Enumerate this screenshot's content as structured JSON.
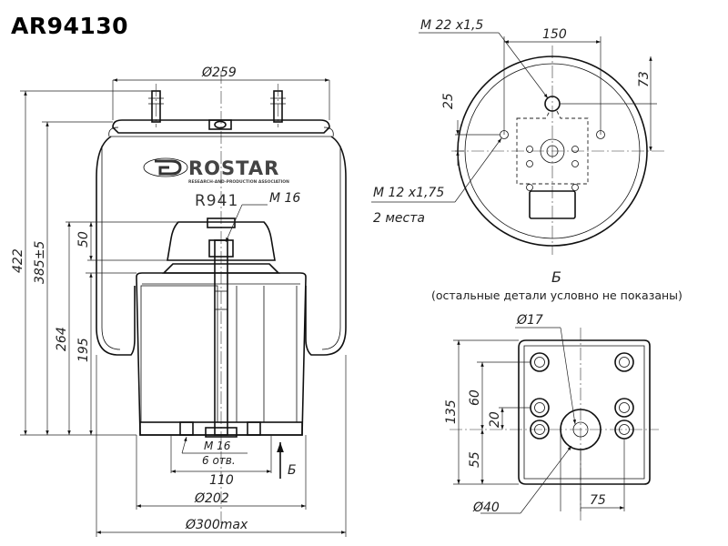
{
  "title": "AR94130",
  "brand": {
    "name": "ROSTAR",
    "subtitle": "RESEARCH-AND-PRODUCTION ASSOCIATION",
    "model": "R941"
  },
  "side_view": {
    "dia_top": "Ø259",
    "dia_base": "Ø202",
    "dia_max": "Ø300max",
    "thread_top": "M 16",
    "thread_bottom": "M 16",
    "thread_bottom_count": "6 отв.",
    "spacing_bottom": "110",
    "h_total": "422",
    "h_work": "385±5",
    "h_bumper": "264",
    "h_piston": "195",
    "h_bumper_top": "50",
    "view_arrow": "Б"
  },
  "top_view": {
    "thread_center": "M 22 x1,5",
    "spacing": "150",
    "offset_right": "73",
    "offset_left": "25",
    "thread_side": "M 12 x1,75",
    "thread_side_count": "2 места"
  },
  "bottom_view": {
    "label": "Б",
    "note": "(остальные детали условно не показаны)",
    "dia_hole": "Ø17",
    "dia_center": "Ø40",
    "dim_height": "135",
    "dim_60": "60",
    "dim_20": "20",
    "dim_55": "55",
    "dim_75": "75"
  }
}
